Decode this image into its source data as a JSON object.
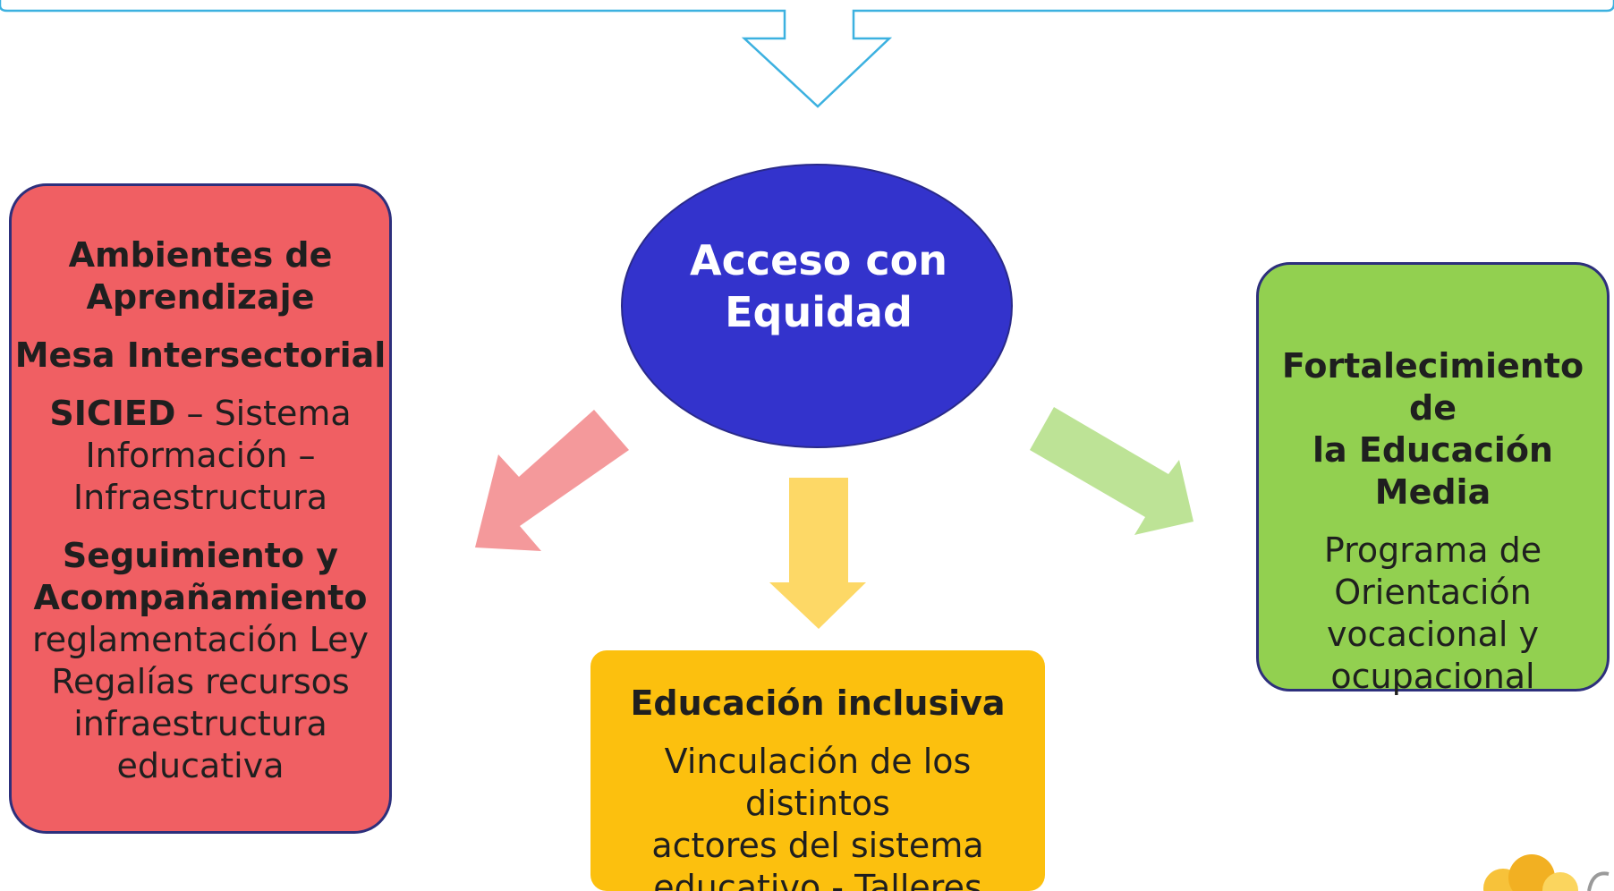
{
  "center": {
    "line1": "Acceso con",
    "line2": "Equidad"
  },
  "left_box": {
    "heading1_line1": "Ambientes de",
    "heading1_line2": "Aprendizaje",
    "heading2": "Mesa Intersectorial",
    "siced_bold": "SICIED",
    "siced_rest": " – Sistema",
    "siced_line2": "Información –",
    "siced_line3": "Infraestructura",
    "heading3_line1": "Seguimiento y",
    "heading3_line2": "Acompañamiento",
    "body_line1": "reglamentación Ley",
    "body_line2": "Regalías recursos",
    "body_line3": "infraestructura",
    "body_line4": "educativa"
  },
  "bottom_box": {
    "heading": "Educación inclusiva",
    "body_line1": "Vinculación de los distintos",
    "body_line2": "actores del sistema",
    "body_line3": "educativo - Talleres"
  },
  "right_box": {
    "heading_line1": "Fortalecimiento de",
    "heading_line2": "la Educación Media",
    "body_line1": "Programa de",
    "body_line2": "Orientación",
    "body_line3": "vocacional y",
    "body_line4": "ocupacional"
  },
  "colors": {
    "ellipse": "#3333cc",
    "left_box": "#f05f63",
    "bottom_box": "#fcc00e",
    "right_box": "#92d050",
    "left_arrow": "#f4999b",
    "down_arrow": "#fdd866",
    "right_arrow": "#bde396",
    "top_connector": "#3cb1e0",
    "box_border": "#2d2f7c"
  }
}
